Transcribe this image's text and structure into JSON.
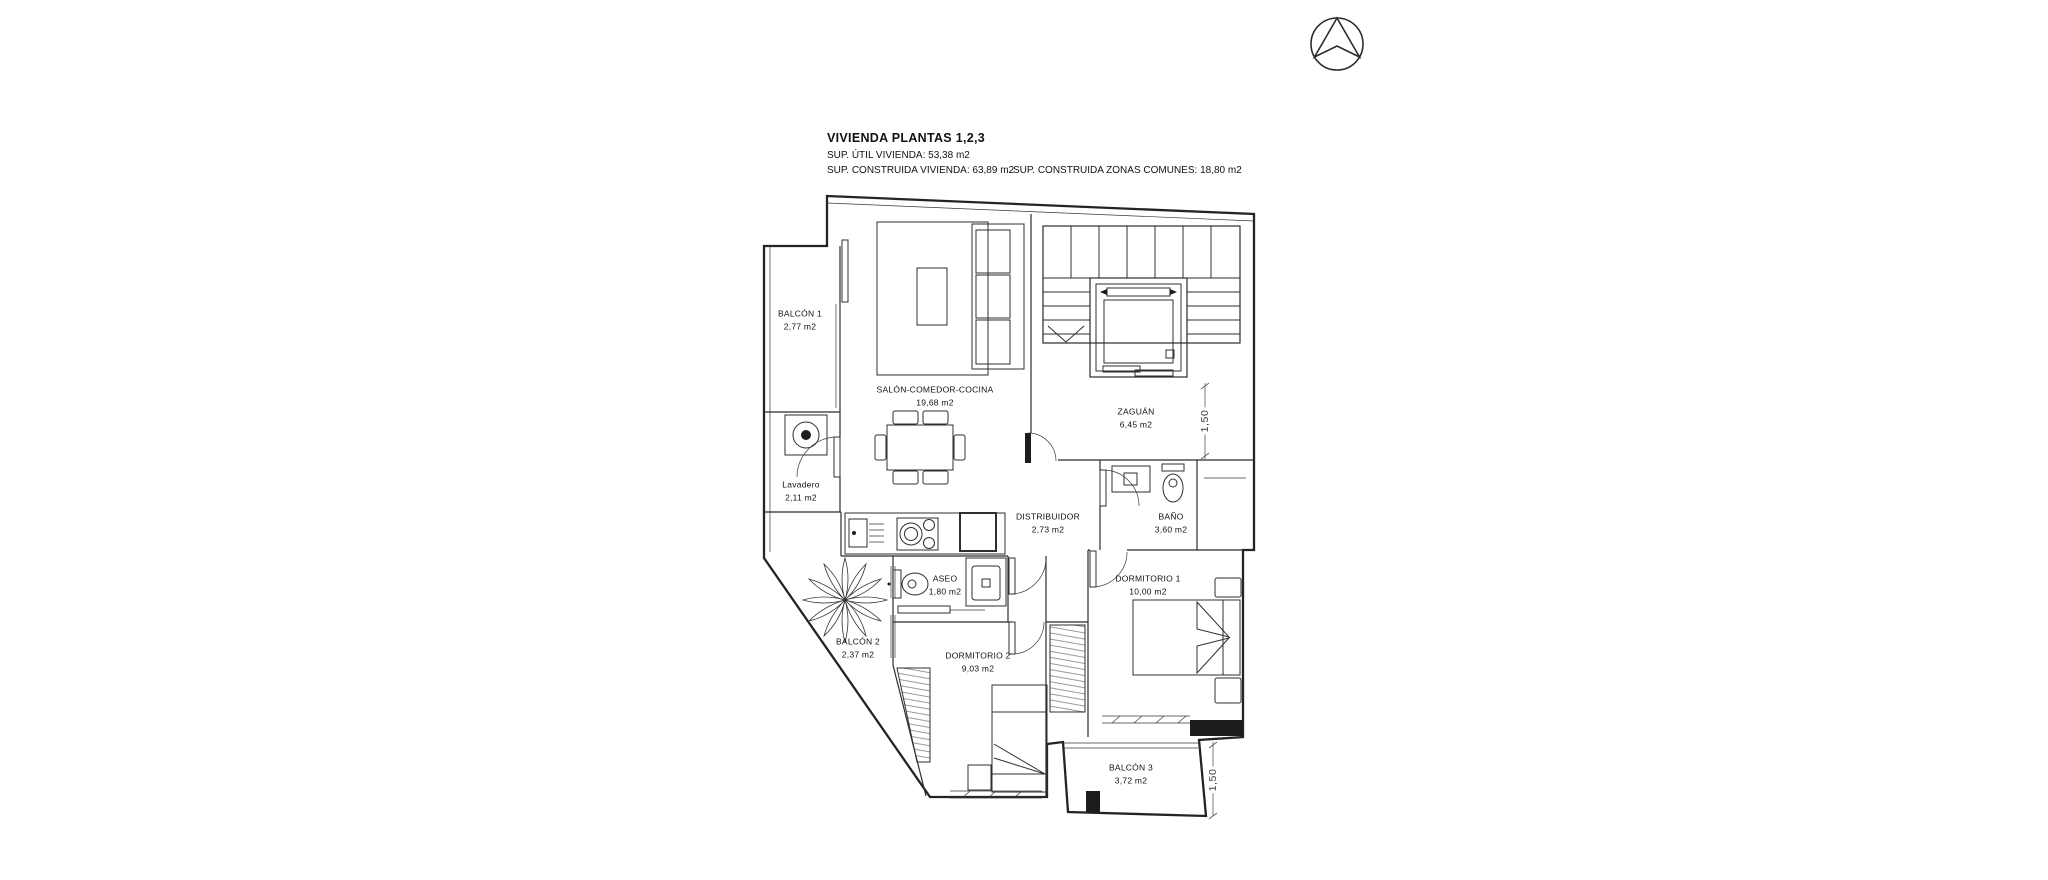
{
  "header": {
    "title": "VIVIENDA PLANTAS 1,2,3",
    "sup_util": "SUP. ÚTIL VIVIENDA: 53,38 m2",
    "sup_construida": "SUP. CONSTRUIDA VIVIENDA: 63,89 m2",
    "sup_zonas_comunes": "SUP. CONSTRUIDA ZONAS COMUNES: 18,80 m2"
  },
  "rooms": {
    "balcon1": {
      "name": "BALCÓN 1",
      "area": "2,77 m2"
    },
    "salon": {
      "name": "SALÓN-COMEDOR-COCINA",
      "area": "19,68 m2"
    },
    "zaguan": {
      "name": "ZAGUÁN",
      "area": "6,45 m2"
    },
    "lavadero": {
      "name": "Lavadero",
      "area": "2,11 m2"
    },
    "distribuidor": {
      "name": "DISTRIBUIDOR",
      "area": "2,73 m2"
    },
    "bano": {
      "name": "BAÑO",
      "area": "3,60 m2"
    },
    "aseo": {
      "name": "ASEO",
      "area": "1,80 m2"
    },
    "dormitorio1": {
      "name": "DORMITORIO 1",
      "area": "10,00 m2"
    },
    "dormitorio2": {
      "name": "DORMITORIO 2",
      "area": "9,03 m2"
    },
    "balcon2": {
      "name": "BALCÓN 2",
      "area": "2,37 m2"
    },
    "balcon3": {
      "name": "BALCÓN 3",
      "area": "3,72 m2"
    }
  },
  "dimensions": {
    "zaguan_width": "1,50",
    "balcon3_width": "1,50"
  },
  "icons": {
    "logo": "circle-arrowhead-architect-logo"
  },
  "colors": {
    "background": "#ffffff",
    "line": "#242424",
    "dim": "#5a5a5a"
  }
}
